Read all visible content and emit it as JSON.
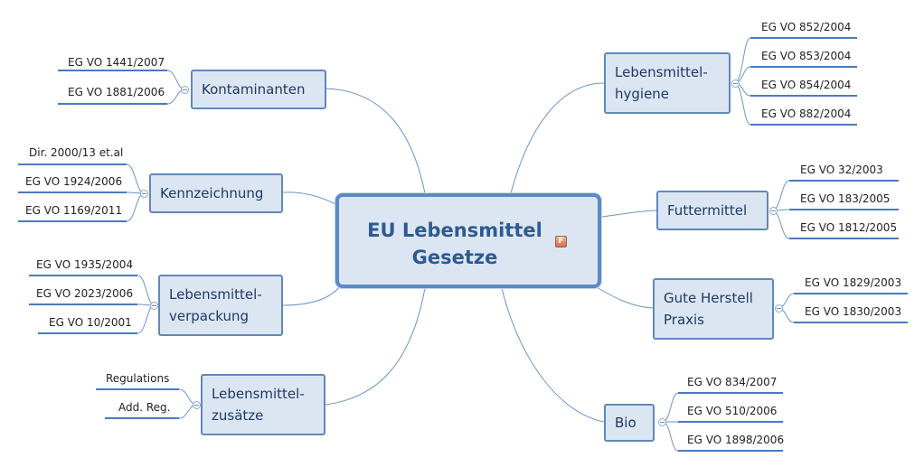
{
  "root": {
    "line1": "EU Lebensmittel",
    "line2": "Gesetze",
    "flag_icon": "F"
  },
  "branches": {
    "kontaminanten": {
      "label": "Kontaminanten",
      "leaves": [
        "EG VO 1441/2007",
        "EG VO 1881/2006"
      ]
    },
    "kennzeichnung": {
      "label": "Kennzeichnung",
      "leaves": [
        "Dir. 2000/13 et.al",
        "EG VO 1924/2006",
        "EG VO 1169/2011"
      ]
    },
    "verpackung": {
      "line1": "Lebensmittel-",
      "line2": "verpackung",
      "leaves": [
        "EG VO 1935/2004",
        "EG VO 2023/2006",
        "EG VO 10/2001"
      ]
    },
    "zusaetze": {
      "line1": "Lebensmittel-",
      "line2": "zusätze",
      "leaves": [
        "Regulations",
        "Add. Reg."
      ]
    },
    "hygiene": {
      "line1": "Lebensmittel-",
      "line2": "hygiene",
      "leaves": [
        "EG VO 852/2004",
        "EG VO 853/2004",
        "EG VO 854/2004",
        "EG VO 882/2004"
      ]
    },
    "futtermittel": {
      "label": "Futtermittel",
      "leaves": [
        "EG VO 32/2003",
        "EG VO 183/2005",
        "EG VO 1812/2005"
      ]
    },
    "gute_herstell": {
      "line1": "Gute Herstell",
      "line2": "Praxis",
      "leaves": [
        "EG VO 1829/2003",
        "EG VO 1830/2003"
      ]
    },
    "bio": {
      "label": "Bio",
      "leaves": [
        "EG VO 834/2007",
        "EG VO 510/2006",
        "EG VO 1898/2006"
      ]
    }
  },
  "colors": {
    "node_fill": "#dce6f3",
    "node_border": "#5f88bd",
    "link": "#5b8ac6",
    "text": "#1f3864"
  }
}
